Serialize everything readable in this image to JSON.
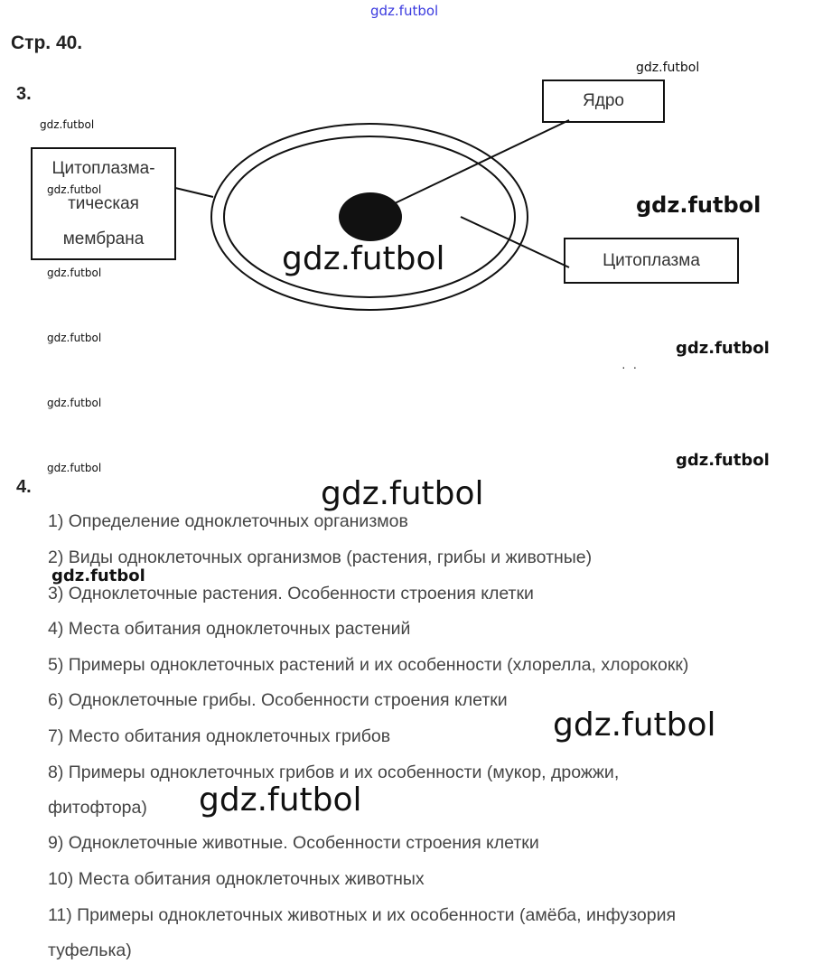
{
  "watermark": "gdz.futbol",
  "header_link": "gdz.futbol",
  "page_title": "Стр. 40.",
  "task3": {
    "number": "3.",
    "labels": {
      "nucleus": "Ядро",
      "membrane": [
        "Цитоплазма-",
        "тическая",
        "мембрана"
      ],
      "cytoplasm": "Цитоплазма"
    }
  },
  "task4": {
    "number": "4.",
    "items": [
      "1) Определение одноклеточных организмов",
      "2) Виды одноклеточных организмов (растения, грибы и животные)",
      "3) Одноклеточные растения. Особенности строения клетки",
      "4) Места обитания одноклеточных растений",
      "5) Примеры одноклеточных растений и их особенности (хлорелла, хлорококк)",
      "6) Одноклеточные грибы. Особенности строения клетки",
      "7) Место обитания одноклеточных грибов",
      "8) Примеры одноклеточных грибов и их особенности (мукор, дрожжи,",
      "фитофтора)",
      "9) Одноклеточные животные. Особенности строения клетки",
      "10) Места обитания одноклеточных животных",
      "11) Примеры одноклеточных животных и их особенности (амёба, инфузория",
      "туфелька)"
    ]
  }
}
